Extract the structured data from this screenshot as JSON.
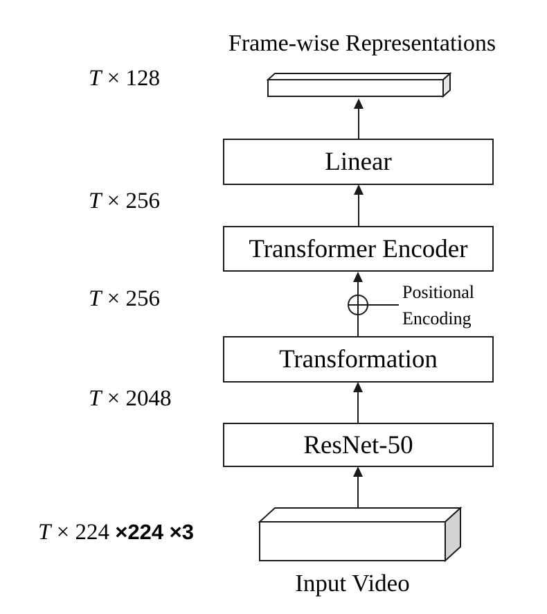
{
  "title": "Frame-wise Representations",
  "dims": [
    {
      "prefix": "T",
      "rest": " × 128"
    },
    {
      "prefix": "T",
      "rest": " × 256"
    },
    {
      "prefix": "T",
      "rest": " × 256"
    },
    {
      "prefix": "T",
      "rest": " × 2048"
    },
    {
      "prefix": "T",
      "rest": " × 224 ",
      "suffix": "×224 ×3"
    }
  ],
  "layers": [
    {
      "label": "Linear"
    },
    {
      "label": "Transformer Encoder"
    },
    {
      "label": "Transformation"
    },
    {
      "label": "ResNet-50"
    }
  ],
  "positional_encoding": {
    "line1": "Positional",
    "line2": "Encoding"
  },
  "input_video_label": "Input Video",
  "operator": {
    "symbol": "⊕",
    "meaning": "add positional encoding"
  },
  "colors": {
    "line": "#1a1a1a",
    "text": "#000000",
    "box_fill": "#ffffff",
    "side_face": "#d4d4d4",
    "slab_side_face": "#e6e6e6"
  }
}
